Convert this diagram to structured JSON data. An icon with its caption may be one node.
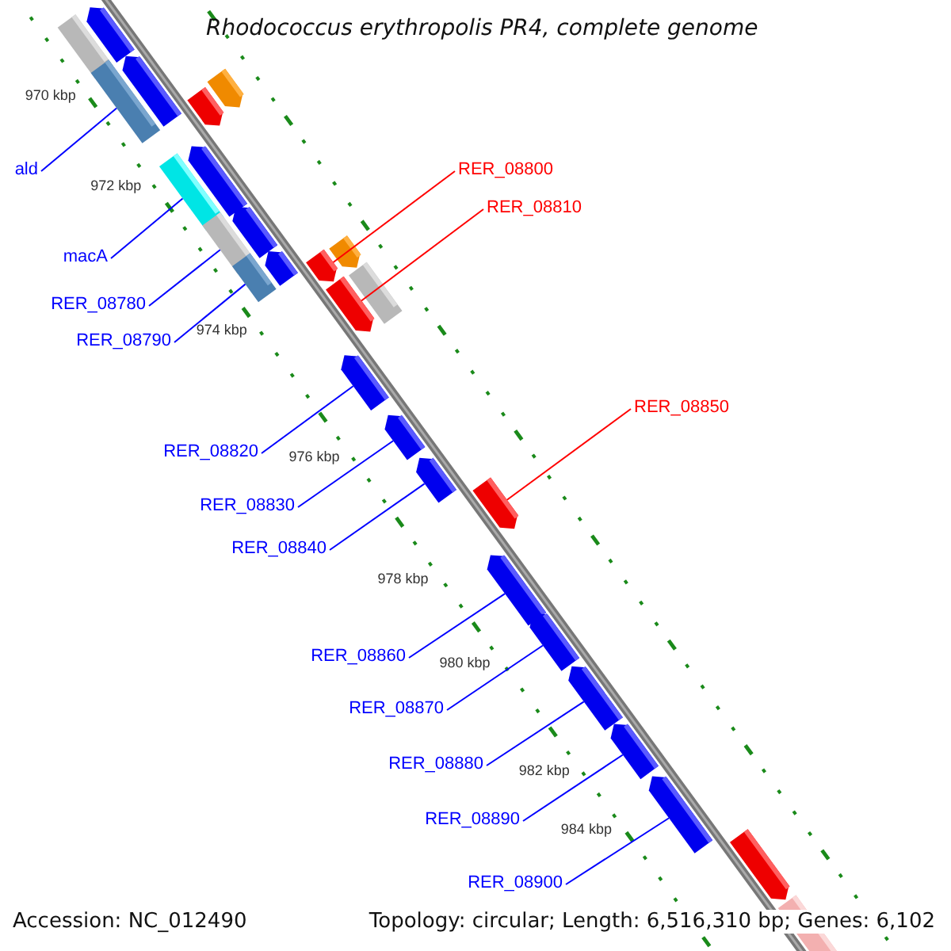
{
  "diagram": {
    "title": "Rhodococcus erythropolis PR4, complete genome",
    "nodes": [
      {
        "text": [
          "ald"
        ]
      },
      {
        "text": [
          "macA"
        ]
      },
      {
        "text": [
          "RER_08780"
        ]
      },
      {
        "text": [
          "RER_08790"
        ]
      },
      {
        "text": [
          "RER_08800"
        ]
      },
      {
        "text": [
          "RER_08810"
        ]
      },
      {
        "text": [
          "RER_08820"
        ]
      },
      {
        "text": [
          "RER_08830"
        ]
      },
      {
        "text": [
          "RER_08840"
        ]
      },
      {
        "text": [
          "RER_08850"
        ]
      },
      {
        "text": [
          "RER_08860"
        ]
      },
      {
        "text": [
          "RER_08870"
        ]
      },
      {
        "text": [
          "RER_08880"
        ]
      },
      {
        "text": [
          "RER_08890"
        ]
      },
      {
        "text": [
          "RER_08900"
        ]
      },
      {
        "text": [],
        "shape": "box"
      },
      {
        "text": [],
        "shape": "arrow"
      },
      {
        "text": [],
        "shape": "box"
      },
      {
        "text": [],
        "shape": "arrow"
      },
      {
        "text": [],
        "shape": "arrow"
      },
      {
        "text": [],
        "shape": "arrow"
      },
      {
        "text": [],
        "shape": "box"
      },
      {
        "text": [],
        "shape": "arrow"
      },
      {
        "text": [],
        "shape": "box"
      },
      {
        "text": [],
        "shape": "arrow"
      },
      {
        "text": [],
        "shape": "box"
      },
      {
        "text": [],
        "shape": "arrow"
      },
      {
        "text": [],
        "shape": "arrow"
      },
      {
        "text": [],
        "shape": "arrow"
      },
      {
        "text": [],
        "shape": "arrow"
      },
      {
        "text": [],
        "shape": "box"
      },
      {
        "text": [],
        "shape": "arrow"
      },
      {
        "text": [],
        "shape": "arrow"
      },
      {
        "text": [],
        "shape": "arrow"
      },
      {
        "text": [],
        "shape": "arrow"
      },
      {
        "text": [],
        "shape": "arrow"
      },
      {
        "text": [],
        "shape": "arrow"
      },
      {
        "text": [],
        "shape": "arrow"
      },
      {
        "text": [],
        "shape": "arrow"
      },
      {
        "text": [],
        "shape": "arrow"
      },
      {
        "text": [],
        "shape": "arrow"
      },
      {
        "text": [],
        "shape": "arrow"
      }
    ],
    "edges": [
      {
        "from": 0,
        "to": 17,
        "arrow": "none"
      },
      {
        "from": 1,
        "to": 21,
        "arrow": "none"
      },
      {
        "from": 2,
        "to": 23,
        "arrow": "none"
      },
      {
        "from": 3,
        "to": 25,
        "arrow": "none"
      },
      {
        "from": 4,
        "to": 27,
        "arrow": "none",
        "color": "#ff0000"
      },
      {
        "from": 5,
        "to": 29,
        "arrow": "none",
        "color": "#ff0000"
      },
      {
        "from": 6,
        "to": 31,
        "arrow": "none"
      },
      {
        "from": 7,
        "to": 32,
        "arrow": "none"
      },
      {
        "from": 8,
        "to": 33,
        "arrow": "none"
      },
      {
        "from": 9,
        "to": 34,
        "arrow": "none",
        "color": "#ff0000"
      },
      {
        "from": 10,
        "to": 35,
        "arrow": "none"
      },
      {
        "from": 11,
        "to": 36,
        "arrow": "none"
      },
      {
        "from": 12,
        "to": 37,
        "arrow": "none"
      },
      {
        "from": 13,
        "to": 38,
        "arrow": "none"
      },
      {
        "from": 14,
        "to": 39,
        "arrow": "none"
      }
    ],
    "labels": [
      "970 kbp",
      "972 kbp",
      "974 kbp",
      "976 kbp",
      "978 kbp",
      "980 kbp",
      "982 kbp",
      "984 kbp",
      "Accession: NC_012490",
      "Topology: circular; Length: 6,516,310 bp; Genes: 6,102"
    ]
  }
}
